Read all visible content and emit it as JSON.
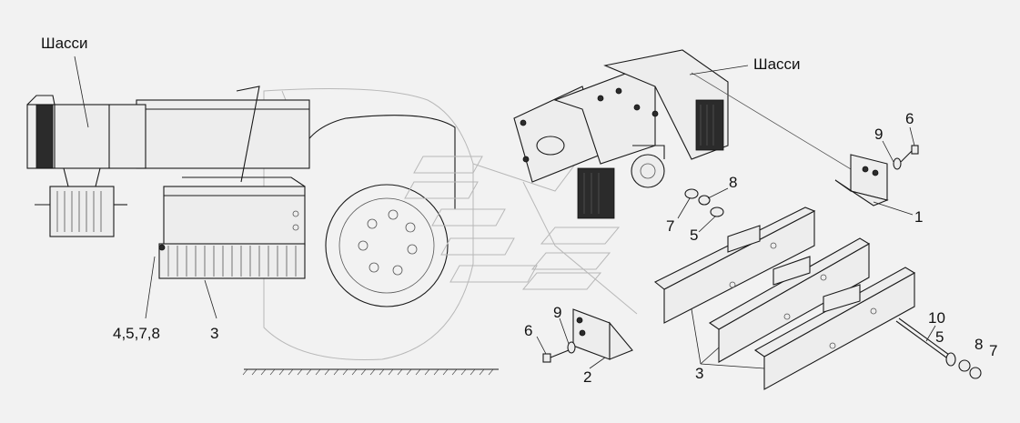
{
  "labels": {
    "chassis_left": "Шасси",
    "chassis_right": "Шасси",
    "callout_left_group": "4,5,7,8",
    "callout_left_3": "3",
    "callout_1": "1",
    "callout_2": "2",
    "callout_3": "3",
    "callout_5a": "5",
    "callout_5b": "5",
    "callout_6a": "6",
    "callout_6b": "6",
    "callout_7a": "7",
    "callout_7b": "7",
    "callout_8a": "8",
    "callout_8b": "8",
    "callout_9a": "9",
    "callout_9b": "9",
    "callout_10": "10"
  }
}
